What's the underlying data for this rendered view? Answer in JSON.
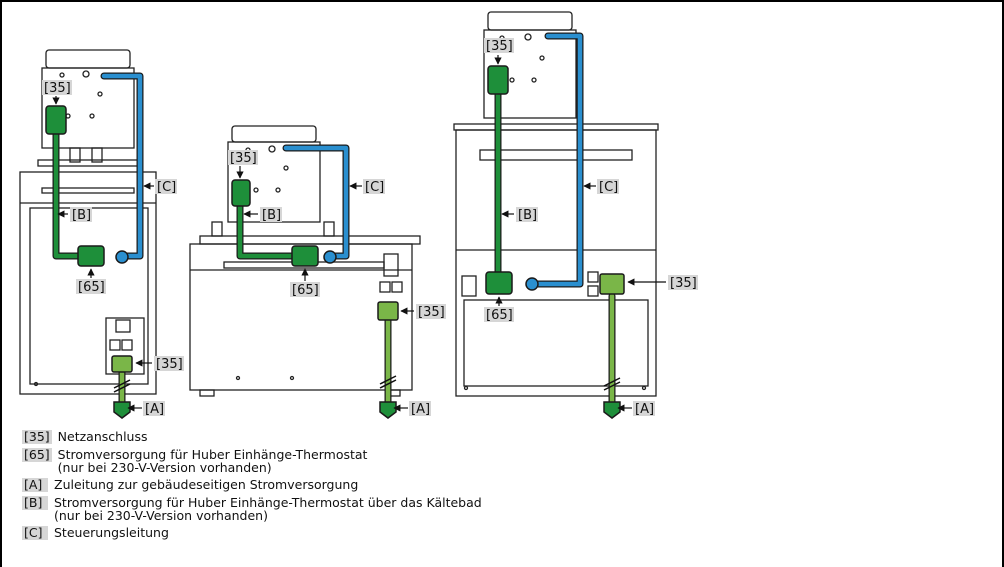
{
  "labels": {
    "c35": "[35]",
    "c65": "[65]",
    "cA": "[A]",
    "cB": "[B]",
    "cC": "[C]"
  },
  "legend": [
    {
      "code": "[35]",
      "lines": [
        "Netzanschluss"
      ]
    },
    {
      "code": "[65]",
      "lines": [
        "Stromversorgung für Huber Einhänge-Thermostat",
        "(nur bei 230-V-Version vorhanden)"
      ]
    },
    {
      "code": "[A]",
      "lines": [
        "Zuleitung zur gebäudeseitigen Stromversorgung"
      ]
    },
    {
      "code": "[B]",
      "lines": [
        "Stromversorgung für Huber Einhänge-Thermostat über das Kältebad",
        "(nur bei 230-V-Version vorhanden)"
      ]
    },
    {
      "code": "[C]",
      "lines": [
        "Steuerungsleitung"
      ]
    }
  ],
  "colors": {
    "power_cable": "#1e8f3a",
    "supply_cable": "#7ab648",
    "control_cable": "#2a8fcf",
    "tag_bg": "#d6d6d6"
  }
}
